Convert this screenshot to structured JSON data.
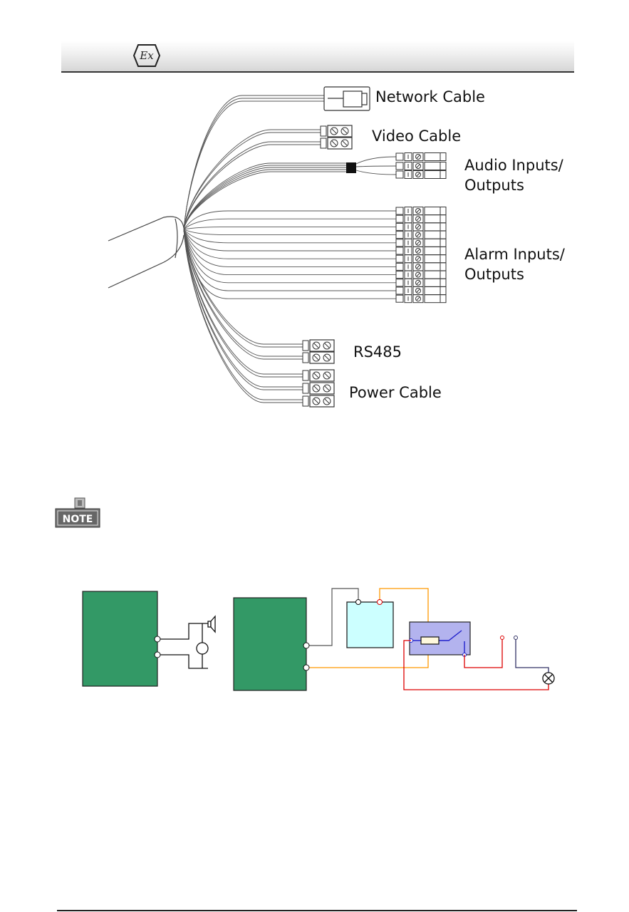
{
  "header": {
    "logo_text": "Ex"
  },
  "cable_diagram": {
    "labels": {
      "network": "Network Cable",
      "video": "Video Cable",
      "audio": "Audio Inputs/ Outputs",
      "alarm": "Alarm Inputs/ Outputs",
      "rs485": "RS485",
      "power": "Power Cable"
    }
  },
  "note": {
    "icon_text": "NOTE"
  },
  "colors": {
    "green_board": "#339966",
    "relay_box": "#ccffff",
    "relay_switch": "#b3b3ee",
    "orange_wire": "#ff9900",
    "red_wire": "#dd0000",
    "blue_wire": "#2222cc",
    "navy_wire": "#333366"
  }
}
